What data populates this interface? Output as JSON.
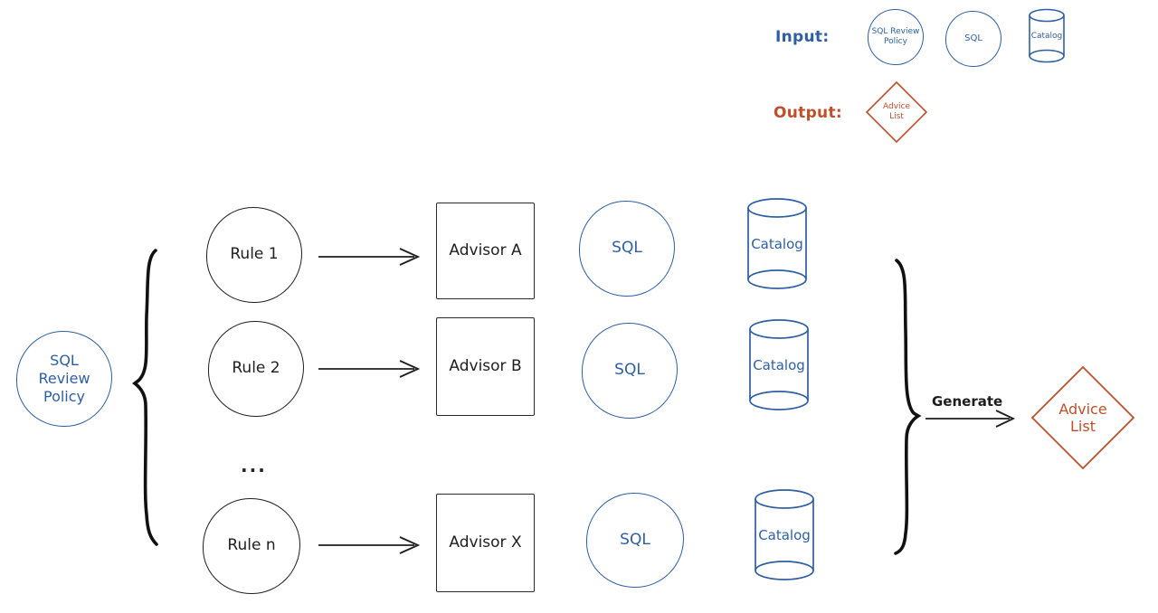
{
  "colors": {
    "blue": "#2e5fa3",
    "orange": "#bf4f2a",
    "ink": "#1e1e1e",
    "background": "#ffffff"
  },
  "legend": {
    "input_label": "Input:",
    "output_label": "Output:",
    "input_items": [
      {
        "shape": "circle",
        "label": "SQL Review Policy"
      },
      {
        "shape": "circle",
        "label": "SQL"
      },
      {
        "shape": "cylinder",
        "label": "Catalog"
      }
    ],
    "output_items": [
      {
        "shape": "diamond",
        "label": "Advice List"
      }
    ]
  },
  "main": {
    "policy": {
      "label": "SQL Review Policy"
    },
    "rows": [
      {
        "rule": "Rule 1",
        "advisor": "Advisor A",
        "sql": "SQL",
        "catalog": "Catalog"
      },
      {
        "rule": "Rule 2",
        "advisor": "Advisor B",
        "sql": "SQL",
        "catalog": "Catalog"
      },
      {
        "rule": "Rule n",
        "advisor": "Advisor X",
        "sql": "SQL",
        "catalog": "Catalog"
      }
    ],
    "ellipsis": "...",
    "generate_label": "Generate",
    "advice": {
      "label": "Advice List"
    }
  }
}
